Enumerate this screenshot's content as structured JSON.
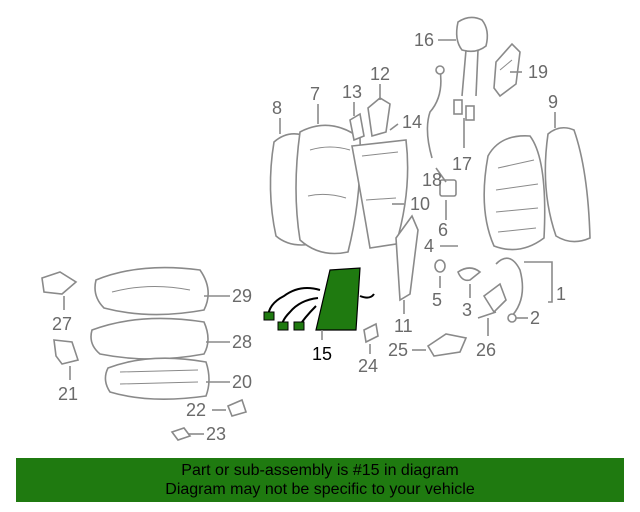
{
  "diagram": {
    "callouts": [
      "1",
      "2",
      "3",
      "4",
      "5",
      "6",
      "7",
      "8",
      "9",
      "10",
      "11",
      "12",
      "13",
      "14",
      "15",
      "16",
      "17",
      "18",
      "19",
      "20",
      "21",
      "22",
      "23",
      "24",
      "25",
      "26",
      "27",
      "28",
      "29"
    ],
    "highlighted_callout": "15",
    "highlight_color": "#1f7a10",
    "line_color": "#8a8a8a"
  },
  "banner": {
    "line1": "Part or sub-assembly is #15 in diagram",
    "line2": "Diagram may not be specific to your vehicle",
    "background": "#1f7a10"
  }
}
